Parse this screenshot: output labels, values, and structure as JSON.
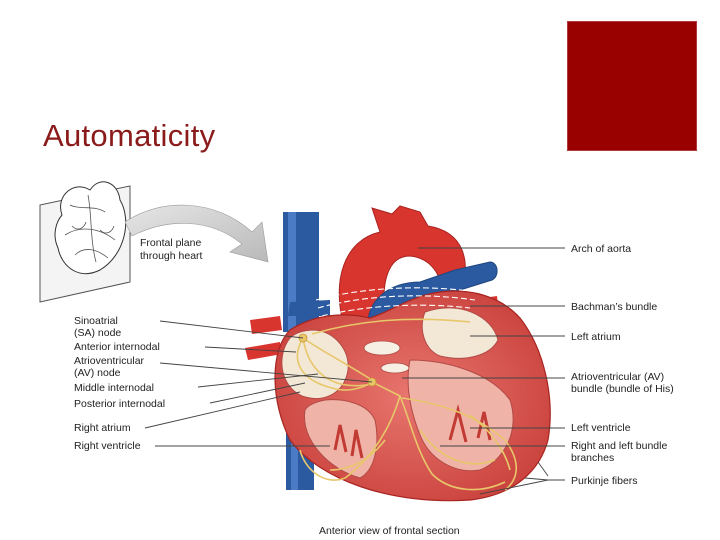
{
  "slide": {
    "title": "Automaticity"
  },
  "colors": {
    "title": "#8b1a1a",
    "accent": "#990000",
    "muscle": "#d9534f",
    "vessel_blue": "#2c5aa0",
    "conduction": "#e8c76a"
  },
  "diagram": {
    "inset_label": [
      "Frontal plane",
      "through heart"
    ],
    "caption": "Anterior view of frontal section",
    "left_labels": [
      [
        "Sinoatrial",
        "(SA) node"
      ],
      [
        "Anterior internodal"
      ],
      [
        "Atrioventricular",
        "(AV) node"
      ],
      [
        "Middle internodal"
      ],
      [
        "Posterior internodal"
      ],
      [
        "Right atrium"
      ],
      [
        "Right ventricle"
      ]
    ],
    "right_labels": [
      [
        "Arch of aorta"
      ],
      [
        "Bachman’s bundle"
      ],
      [
        "Left atrium"
      ],
      [
        "Atrioventricular (AV)",
        "bundle (bundle of His)"
      ],
      [
        "Left ventricle"
      ],
      [
        "Right and left bundle",
        "branches"
      ],
      [
        "Purkinje fibers"
      ]
    ]
  }
}
